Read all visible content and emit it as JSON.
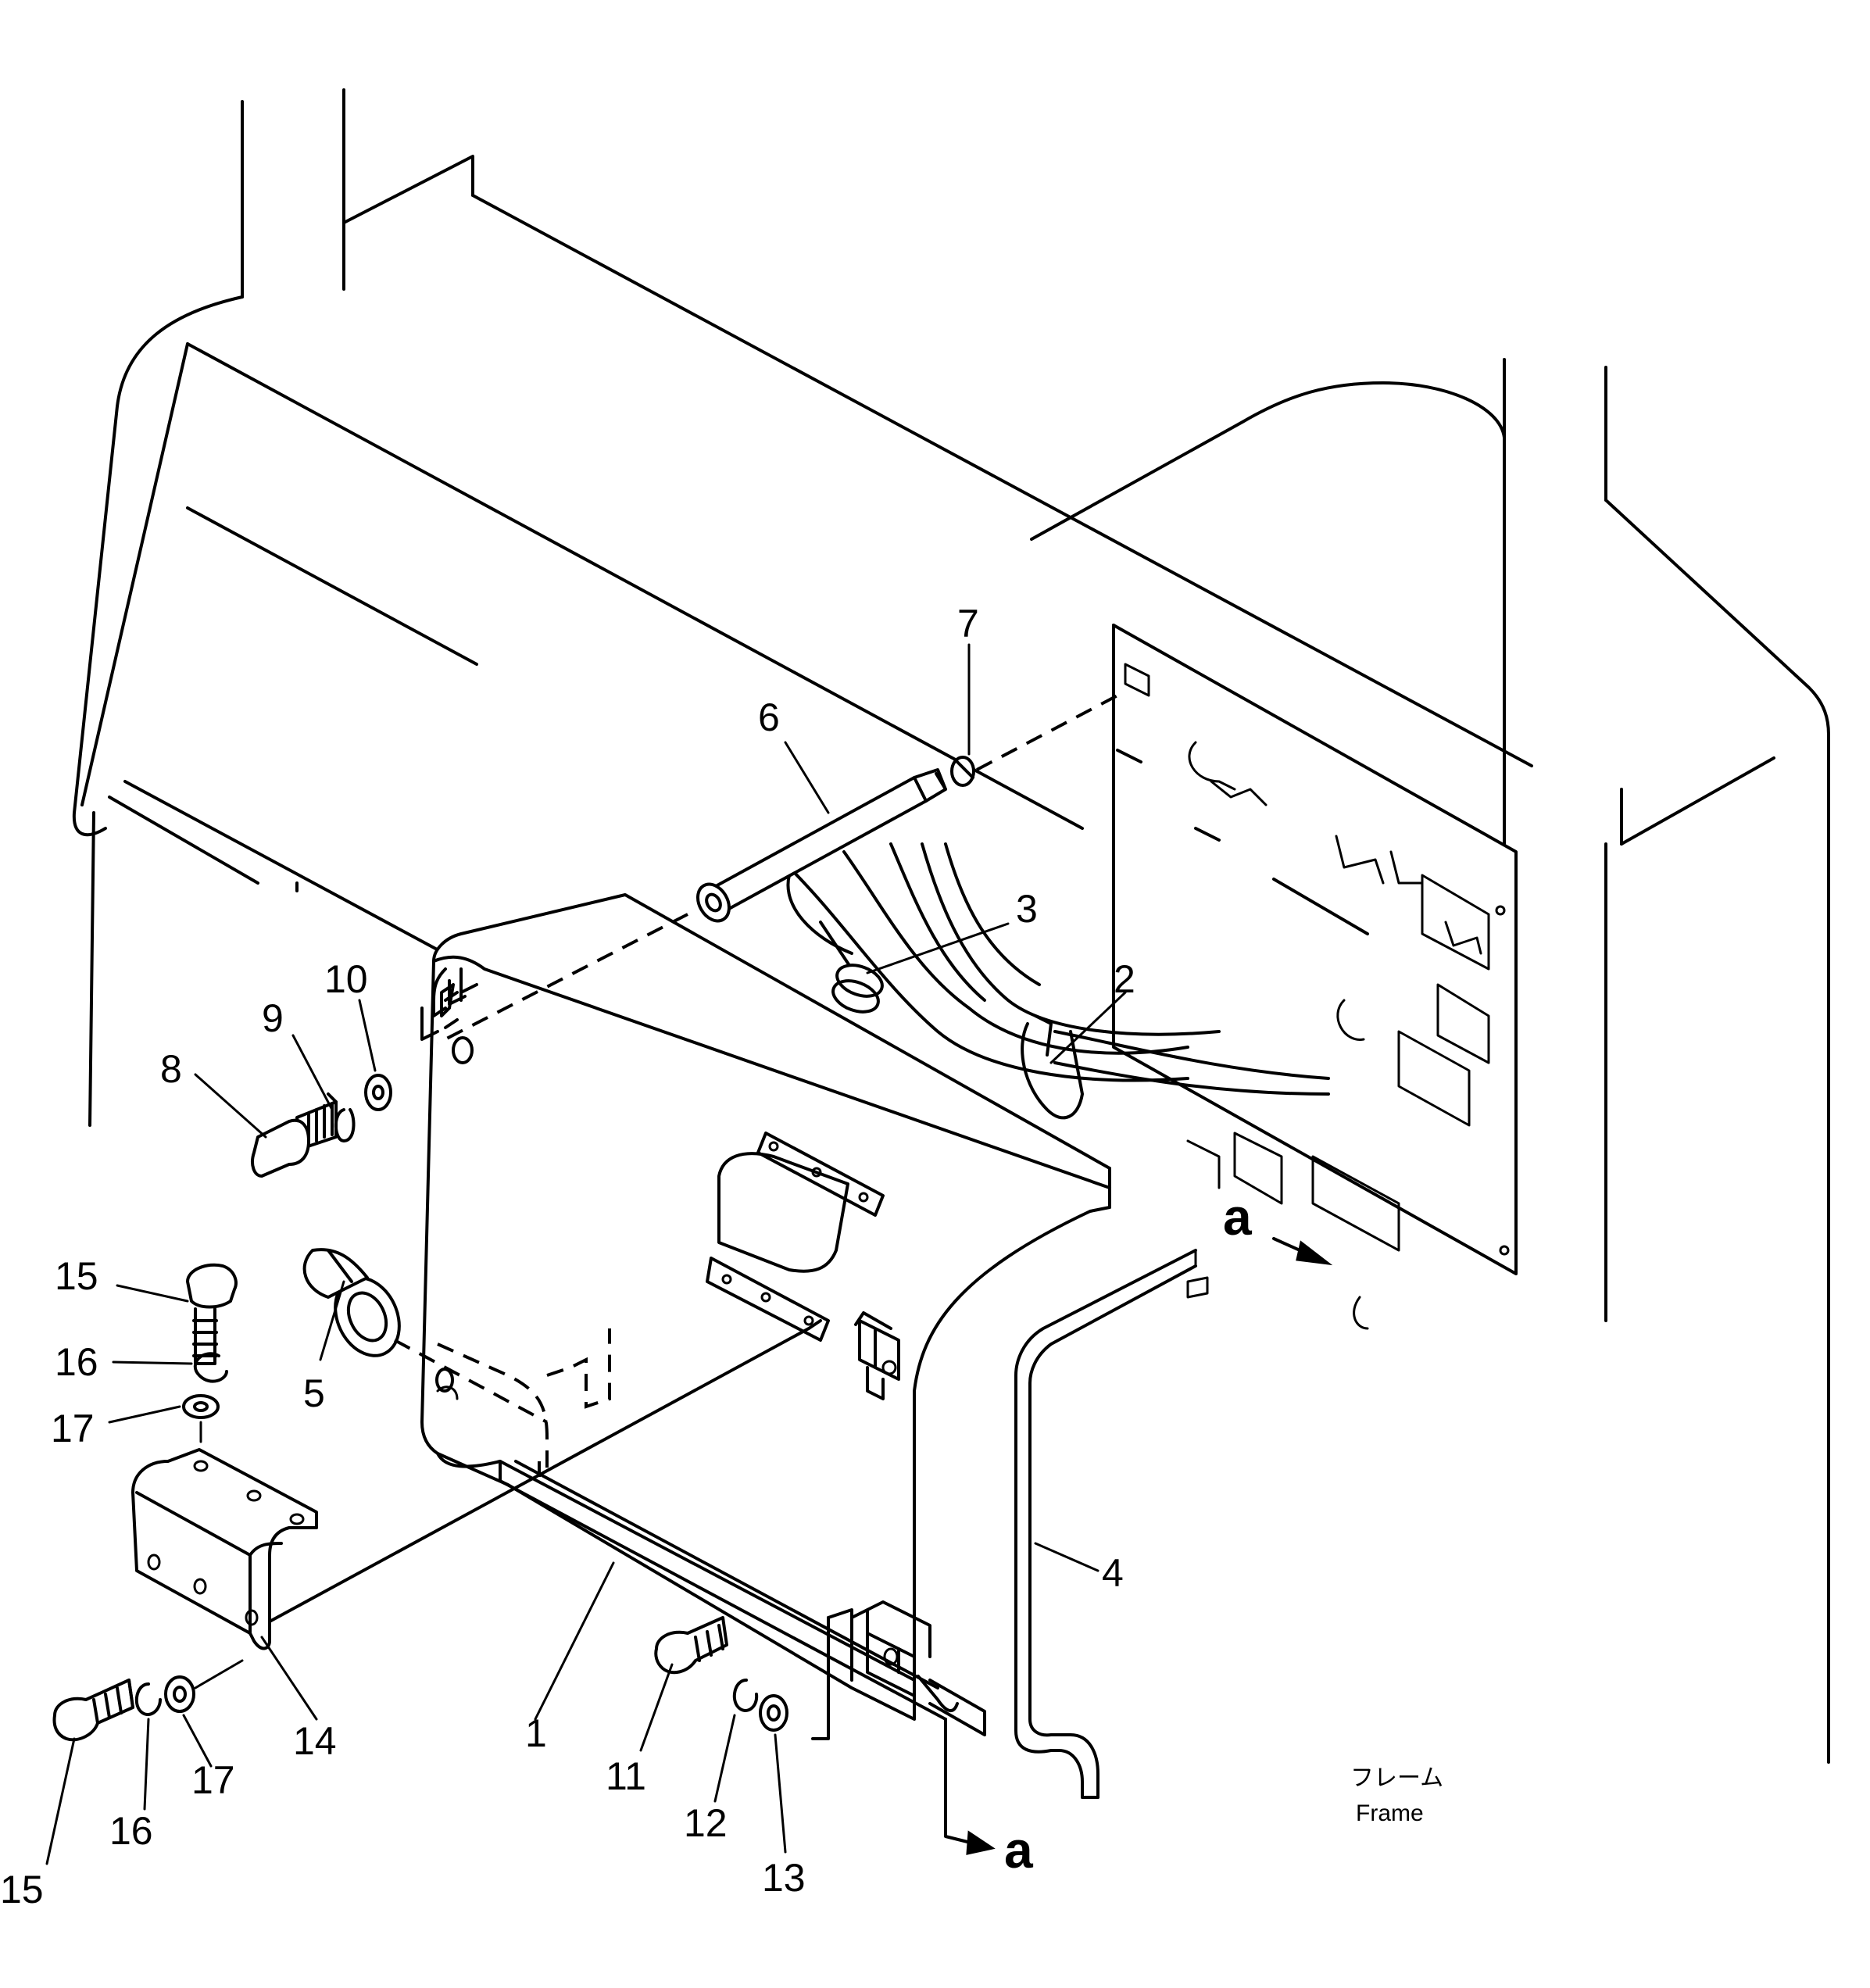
{
  "diagram": {
    "callouts": [
      {
        "id": "c1",
        "label": "1"
      },
      {
        "id": "c2",
        "label": "2"
      },
      {
        "id": "c3",
        "label": "3"
      },
      {
        "id": "c4",
        "label": "4"
      },
      {
        "id": "c5",
        "label": "5"
      },
      {
        "id": "c6",
        "label": "6"
      },
      {
        "id": "c7",
        "label": "7"
      },
      {
        "id": "c8",
        "label": "8"
      },
      {
        "id": "c9",
        "label": "9"
      },
      {
        "id": "c10",
        "label": "10"
      },
      {
        "id": "c11",
        "label": "11"
      },
      {
        "id": "c12",
        "label": "12"
      },
      {
        "id": "c13",
        "label": "13"
      },
      {
        "id": "c14",
        "label": "14"
      },
      {
        "id": "c15a",
        "label": "15"
      },
      {
        "id": "c15b",
        "label": "15"
      },
      {
        "id": "c16a",
        "label": "16"
      },
      {
        "id": "c16b",
        "label": "16"
      },
      {
        "id": "c17a",
        "label": "17"
      },
      {
        "id": "c17b",
        "label": "17"
      }
    ],
    "view_markers": [
      {
        "id": "a_top",
        "label": "a"
      },
      {
        "id": "a_bottom",
        "label": "a"
      }
    ],
    "frame_label_jp": "フレーム",
    "frame_label_en": "Frame"
  }
}
